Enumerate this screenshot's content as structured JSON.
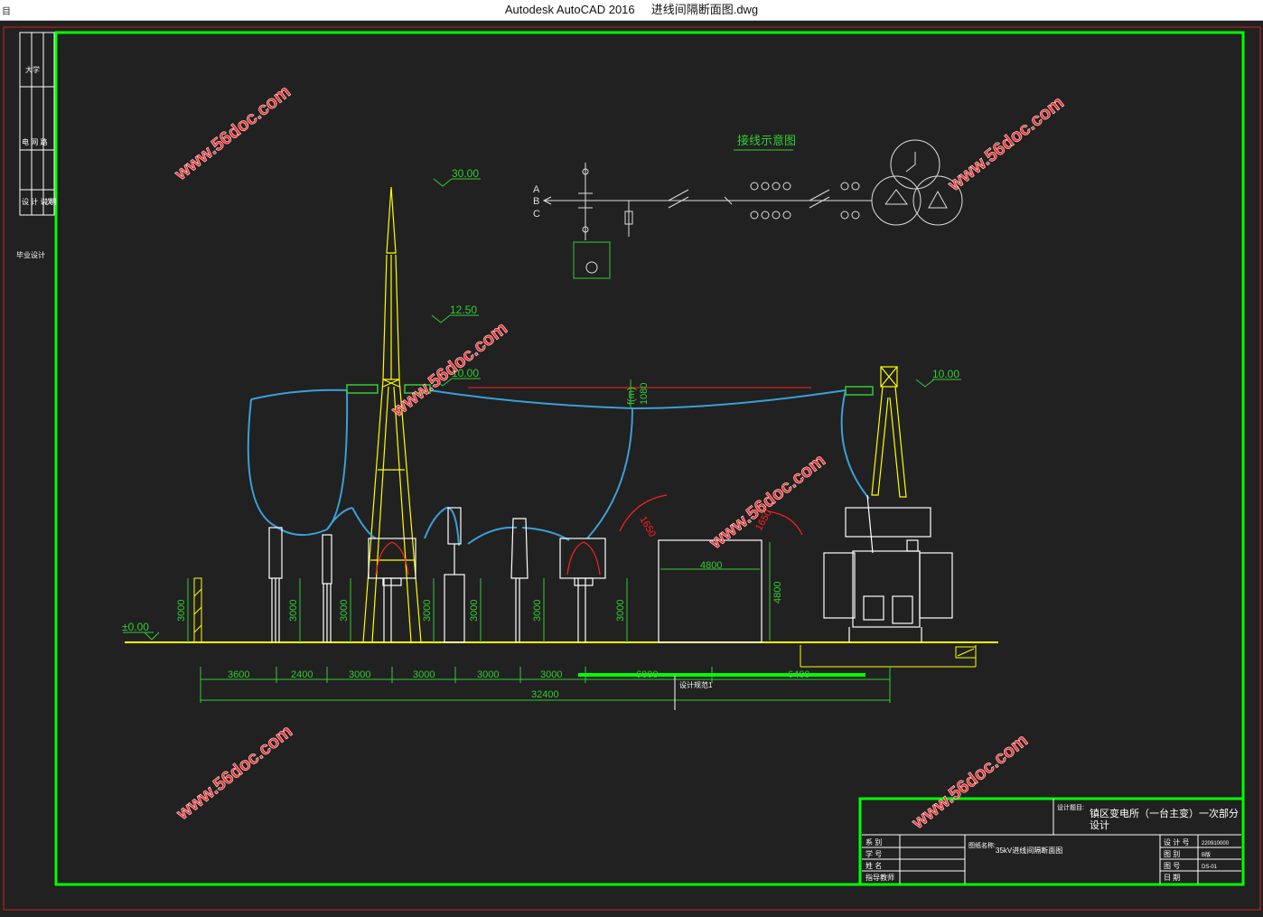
{
  "window": {
    "app_title": "Autodesk AutoCAD 2016",
    "file_name": "进线间隔断面图.dwg",
    "menu_glyph": "目"
  },
  "colors": {
    "background": "#212121",
    "frame": "#00ff00",
    "structure": "#ffff00",
    "conductor": "#3aa0d8",
    "equipment": "#ffffff",
    "dimension": "#33cc33",
    "marker": "#ff2020"
  },
  "drawing": {
    "elevations": [
      "30.00",
      "12.50",
      "10.00",
      "10.00",
      "±0.00"
    ],
    "sag_label": "f(m)",
    "sag_value": "1080",
    "clearances": [
      "1650",
      "1650"
    ],
    "building_width": "4800",
    "building_height": "4800",
    "equipment_heights": [
      "3000",
      "3000",
      "3000",
      "3000",
      "3000",
      "3000",
      "3000"
    ],
    "spacing": [
      "3600",
      "2400",
      "3000",
      "3000",
      "3000",
      "3000",
      "6000",
      "6400"
    ],
    "total_length": "32400",
    "design_note": "设计规范1",
    "phase_labels": [
      "A",
      "B",
      "C"
    ],
    "wiring_title": "接线示意图"
  },
  "left_strip": {
    "cells": [
      "大学",
      "电 网 路",
      "设 计 说 明",
      "次"
    ],
    "side_text": "毕业设计"
  },
  "title_block": {
    "design_title_label": "设计题目:",
    "design_title": "镇区变电所（一台主变）一次部分设计",
    "drawing_name_label": "图纸名称:",
    "drawing_name": "35kV进线间隔断面图",
    "left_labels": [
      "系  别",
      "学  号",
      "姓  名",
      "指导教师"
    ],
    "right_labels": [
      "设 计 号",
      "图  别",
      "图  号",
      "日  期"
    ],
    "right_values": [
      "220910000",
      "B版",
      "DS-01",
      ""
    ]
  },
  "watermarks": [
    "www.56doc.com",
    "www.56doc.com",
    "www.56doc.com",
    "www.56doc.com",
    "www.56doc.com",
    "www.56doc.com"
  ]
}
